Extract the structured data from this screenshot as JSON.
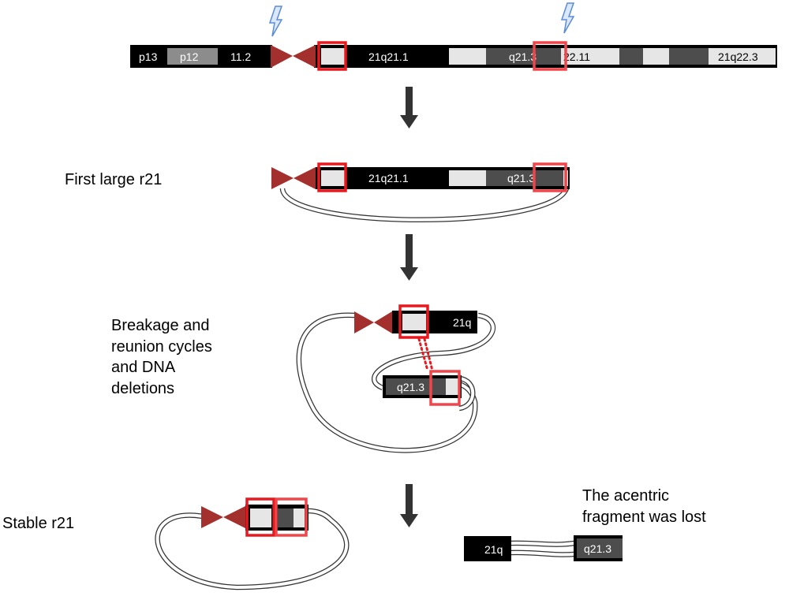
{
  "colors": {
    "band_black": "#000000",
    "band_dark_gray": "#4d4d4d",
    "band_mid_gray": "#8c8c8c",
    "band_light": "#e6e6e6",
    "centromere": "#a3302d",
    "highlight_box": "#e8191e",
    "highlight_box_light": "#f0454a",
    "arrow": "#333333",
    "lightning": "#5b8bd8",
    "junction_dots": "#e8191e"
  },
  "icons": {
    "breakpoint": "lightning-bolt-icon",
    "step_arrow": "down-arrow-icon"
  },
  "top_chromosome": {
    "bands": [
      "p13",
      "p12",
      "11.2",
      "21q21.1",
      "q21.3",
      "22.11",
      "21q22.3"
    ]
  },
  "steps": {
    "first_ring": {
      "caption": "First large r21",
      "bands": [
        "21q21.1",
        "q21.3"
      ]
    },
    "cycles": {
      "caption_lines": [
        "Breakage and",
        "reunion cycles",
        "and DNA",
        "deletions"
      ],
      "bands": [
        "21q",
        "q21.3"
      ]
    },
    "stable_ring": {
      "caption": "Stable r21"
    },
    "acentric": {
      "caption_lines": [
        "The acentric",
        "fragment was lost"
      ],
      "bands": [
        "21q",
        "q21.3"
      ]
    }
  }
}
